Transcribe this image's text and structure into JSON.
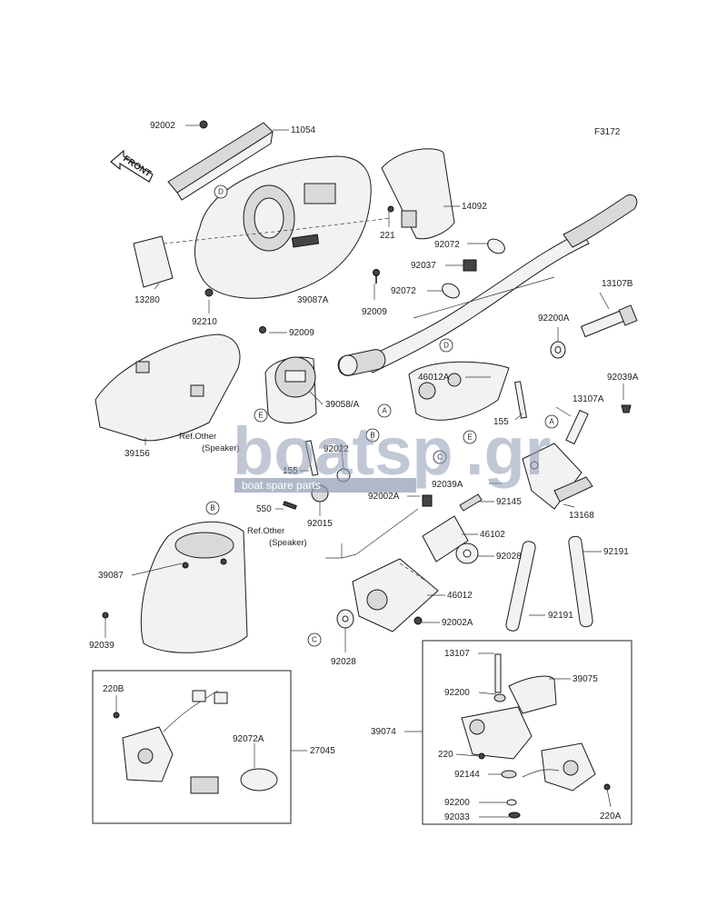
{
  "figure_code": "F3172",
  "front_label": "FRONT",
  "watermark": {
    "main": "boatsp",
    "suffix": ".gr",
    "tagline": "boat spare parts"
  },
  "labels": [
    "92002",
    "11054",
    "14092",
    "221",
    "92072",
    "92037",
    "13280",
    "39087A",
    "92009",
    "92009",
    "92072",
    "92210",
    "13107B",
    "92200A",
    "92039A",
    "13107A",
    "39058/A",
    "46012A",
    "155",
    "39156",
    "92022",
    "155",
    "92002A",
    "92039A",
    "13168",
    "550",
    "92015",
    "92145",
    "46102",
    "39087",
    "92028",
    "92191",
    "92191",
    "46012",
    "92039",
    "92002A",
    "92028",
    "220B",
    "92072A",
    "27045",
    "13107",
    "39075",
    "92200",
    "39074",
    "220",
    "92144",
    "92200",
    "92033",
    "220A"
  ],
  "ref_notes": [
    "Ref.Other",
    "(Speaker)",
    "Ref.Other",
    "(Speaker)"
  ],
  "circle_markers": [
    "D",
    "D",
    "A",
    "B",
    "E",
    "E",
    "C",
    "A",
    "B",
    "C"
  ]
}
